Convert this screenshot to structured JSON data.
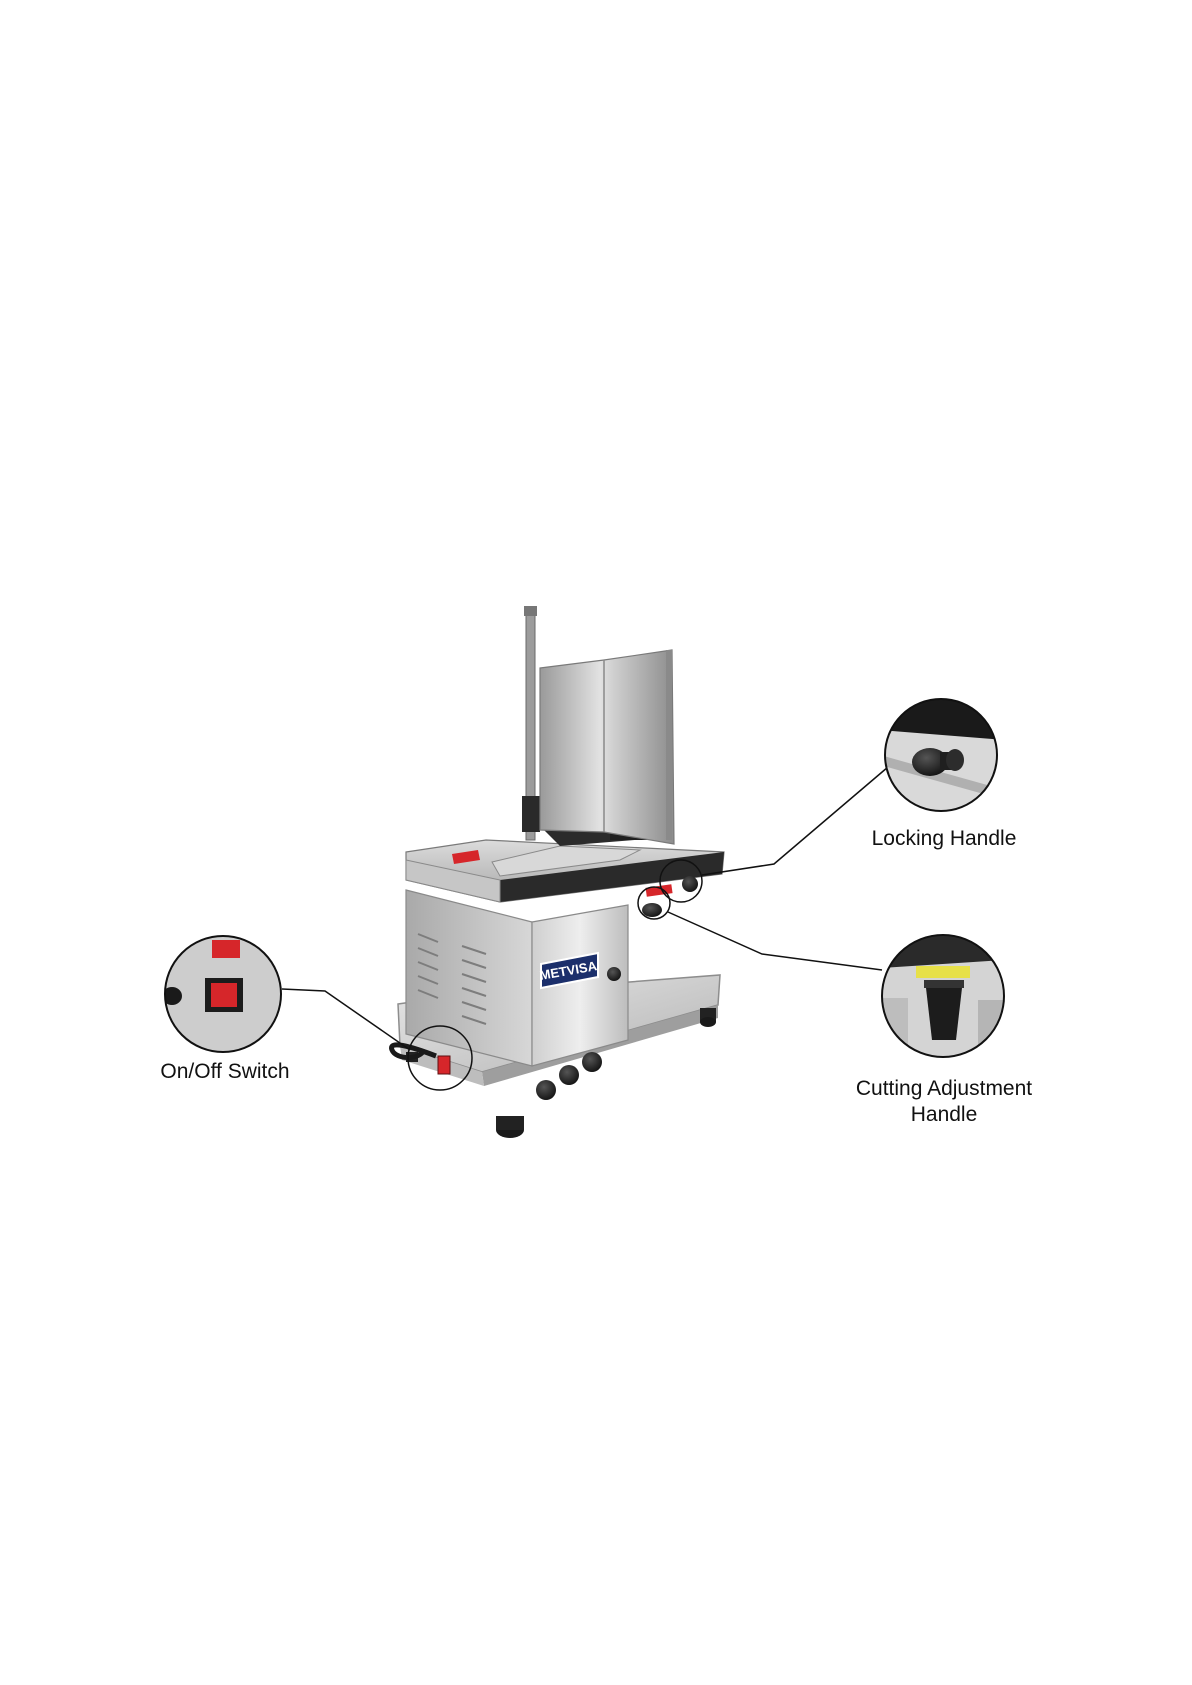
{
  "diagram": {
    "brand_logo": "METVISA",
    "callouts": [
      {
        "id": "locking",
        "label": "Locking Handle"
      },
      {
        "id": "onoff",
        "label": "On/Off Switch"
      },
      {
        "id": "cutting",
        "label": "Cutting Adjustment Handle"
      }
    ]
  },
  "colors": {
    "steel_light": "#e4e4e4",
    "steel_mid": "#b9b9b9",
    "steel_dark": "#7a7a7a",
    "rubber_black": "#1c1c1c",
    "switch_red": "#d6262a",
    "logo_blue": "#1b2f6b"
  }
}
